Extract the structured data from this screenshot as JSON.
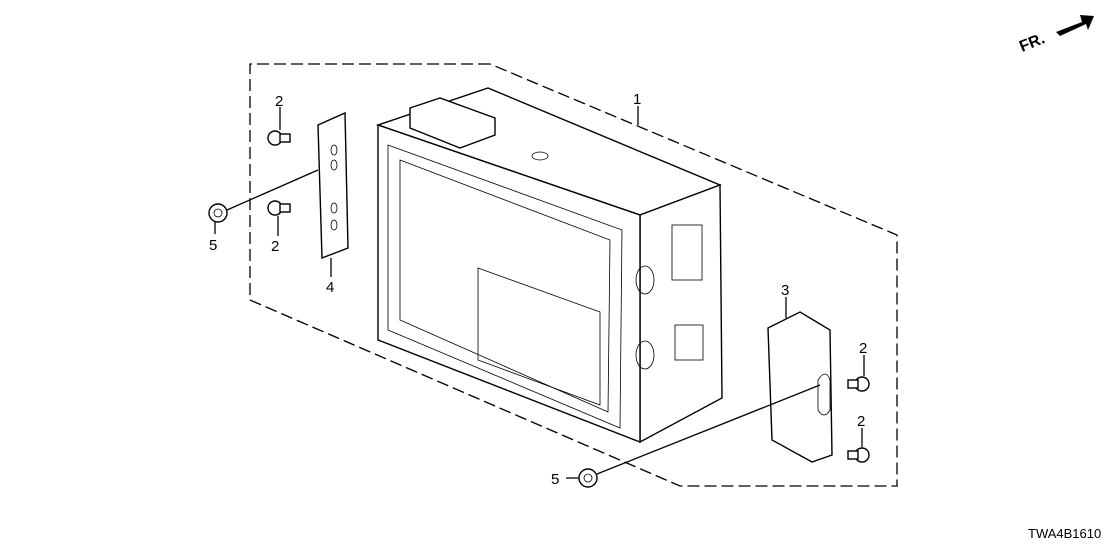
{
  "diagram": {
    "direction_label": "FR.",
    "diagram_code": "TWA4B1610",
    "callouts": [
      {
        "id": "1",
        "text": "1"
      },
      {
        "id": "2a",
        "text": "2"
      },
      {
        "id": "2b",
        "text": "2"
      },
      {
        "id": "2c",
        "text": "2"
      },
      {
        "id": "2d",
        "text": "2"
      },
      {
        "id": "3",
        "text": "3"
      },
      {
        "id": "4",
        "text": "4"
      },
      {
        "id": "5a",
        "text": "5"
      },
      {
        "id": "5b",
        "text": "5"
      }
    ]
  }
}
